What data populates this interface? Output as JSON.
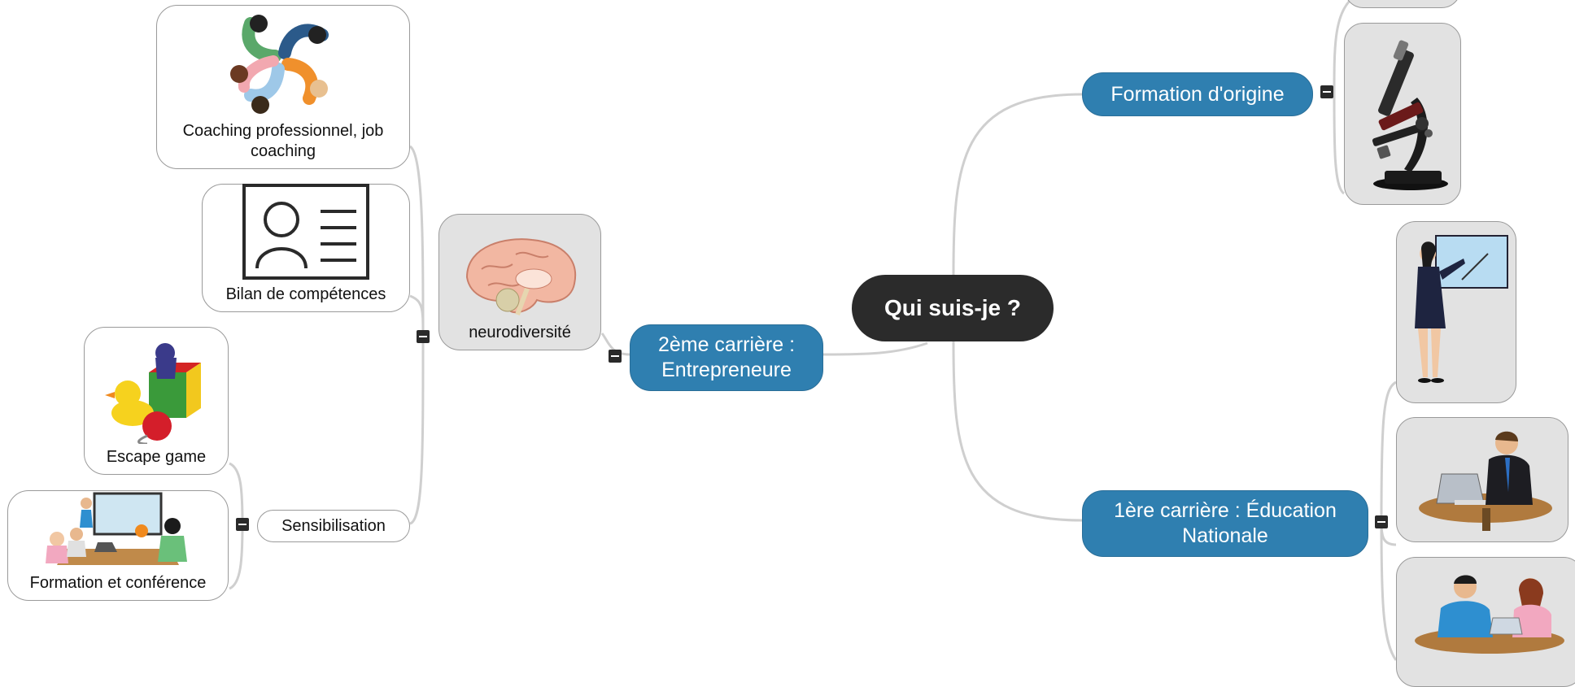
{
  "root": {
    "label": "Qui suis-je ?"
  },
  "branches": {
    "formation": {
      "label": "Formation d'origine"
    },
    "education": {
      "label": "1ère carrière : Éducation Nationale"
    },
    "entrepreneur": {
      "label": "2ème carrière : Entrepreneure"
    }
  },
  "entrepreneur_children": {
    "neurodiversite": {
      "label": "neurodiversité",
      "icon": "brain-icon"
    },
    "coaching": {
      "label": "Coaching professionnel, job coaching",
      "icon": "team-circle-icon"
    },
    "bilan": {
      "label": "Bilan de compétences",
      "icon": "profile-card-icon"
    },
    "sensibilisation": {
      "label": "Sensibilisation"
    }
  },
  "sensibilisation_children": {
    "escape": {
      "label": "Escape game",
      "icon": "toy-box-icon"
    },
    "conference": {
      "label": "Formation et conférence",
      "icon": "meeting-icon"
    }
  },
  "images": {
    "microscope": "microscope-icon",
    "teacher": "teacher-board-icon",
    "office": "businessman-laptop-icon",
    "pair": "two-people-desk-icon"
  },
  "colors": {
    "root": "#2b2b2b",
    "branch": "#2f7fb0",
    "line": "#c8c8c8"
  }
}
